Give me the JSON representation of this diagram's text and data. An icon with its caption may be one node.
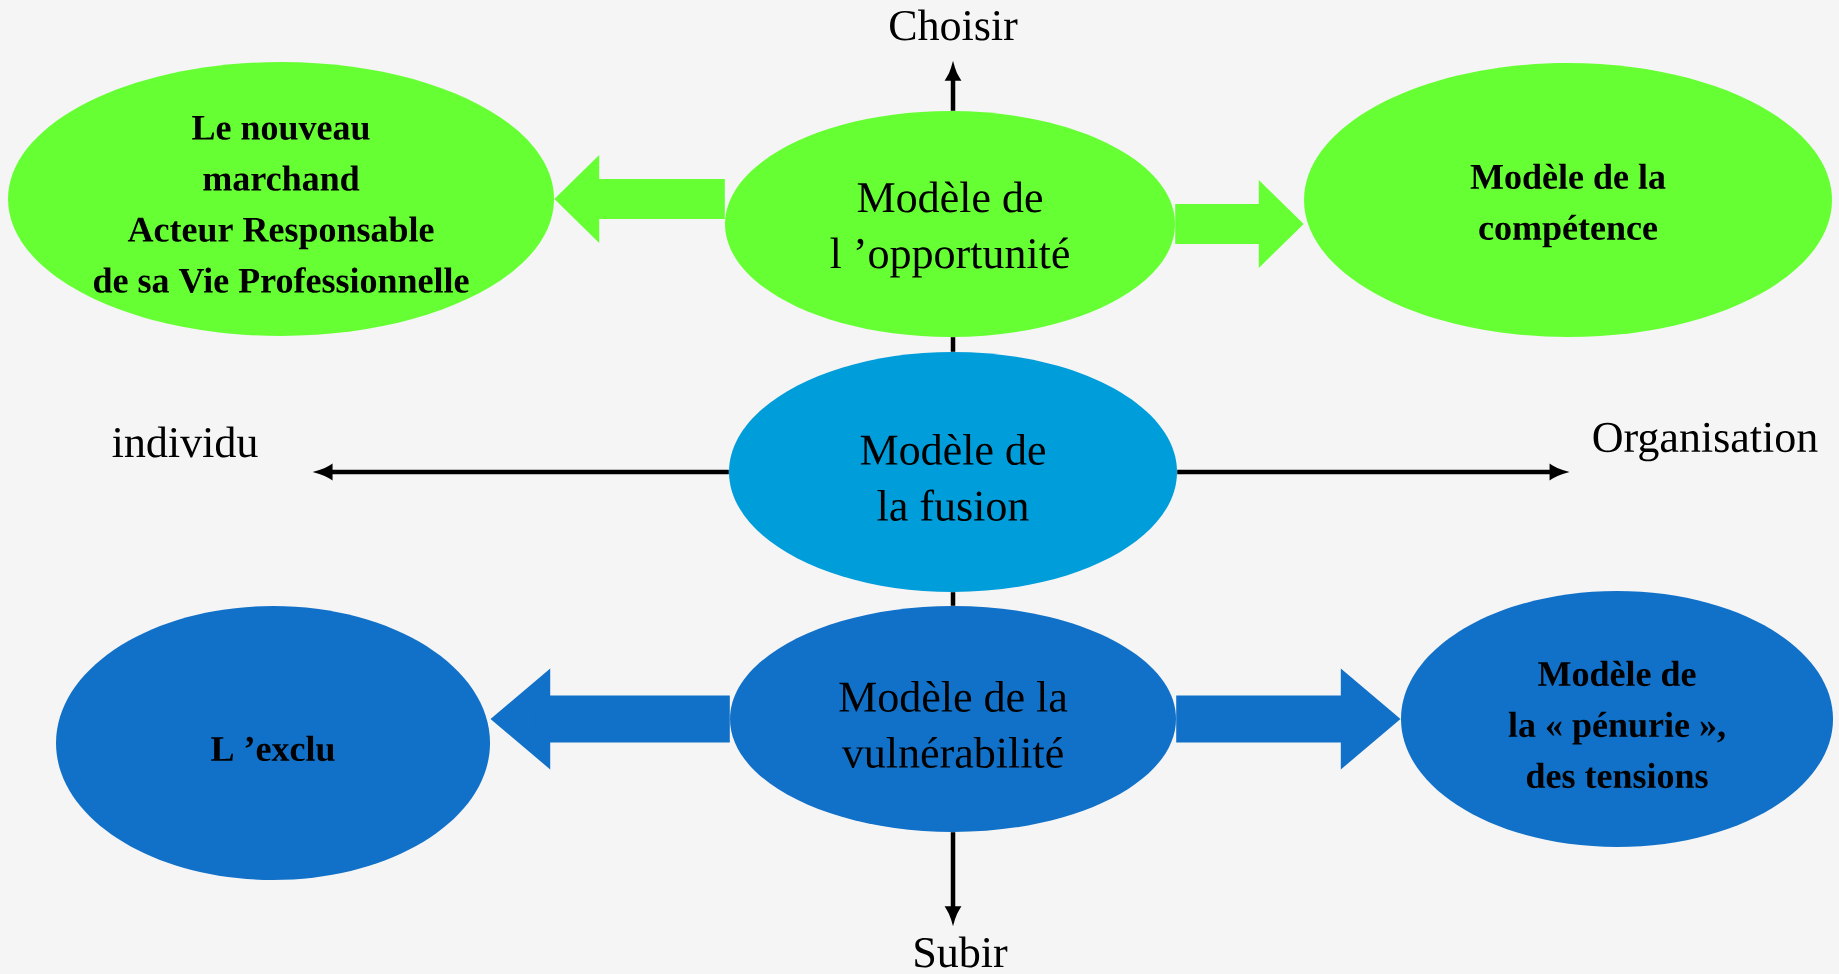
{
  "diagram": {
    "nodes": [
      {
        "text": [
          "Le nouveau marchand Acteur Responsable de sa Vie Professionnelle"
        ]
      },
      {
        "text": [
          "Modèle de l ’opportunité"
        ]
      },
      {
        "text": [
          "Modèle de la compétence"
        ]
      },
      {
        "text": [
          "Modèle de la fusion"
        ]
      },
      {
        "text": [
          "L ’exclu"
        ]
      },
      {
        "text": [
          "Modèle de la vulnérabilité"
        ]
      },
      {
        "text": [
          "Modèle de la « pénurie », des tensions"
        ]
      },
      {
        "text": [
          "Choisir"
        ]
      },
      {
        "text": [
          "Subir"
        ]
      },
      {
        "text": [
          "individu"
        ]
      },
      {
        "text": [
          "Organisation"
        ]
      }
    ],
    "edges": [
      {
        "from": 1,
        "to": 0,
        "arrow": "to",
        "style": "thick",
        "color": "#66ff33"
      },
      {
        "from": 1,
        "to": 2,
        "arrow": "to",
        "style": "thick",
        "color": "#66ff33"
      },
      {
        "from": 5,
        "to": 4,
        "arrow": "to",
        "style": "thick",
        "color": "#1170c8"
      },
      {
        "from": 5,
        "to": 6,
        "arrow": "to",
        "style": "thick",
        "color": "#1170c8"
      },
      {
        "from": 1,
        "to": 7,
        "arrow": "to"
      },
      {
        "from": 1,
        "to": 3,
        "arrow": "none"
      },
      {
        "from": 3,
        "to": 5,
        "arrow": "none"
      },
      {
        "from": 5,
        "to": 8,
        "arrow": "to"
      },
      {
        "from": 3,
        "to": 9,
        "arrow": "to"
      },
      {
        "from": 3,
        "to": 10,
        "arrow": "to"
      }
    ]
  }
}
